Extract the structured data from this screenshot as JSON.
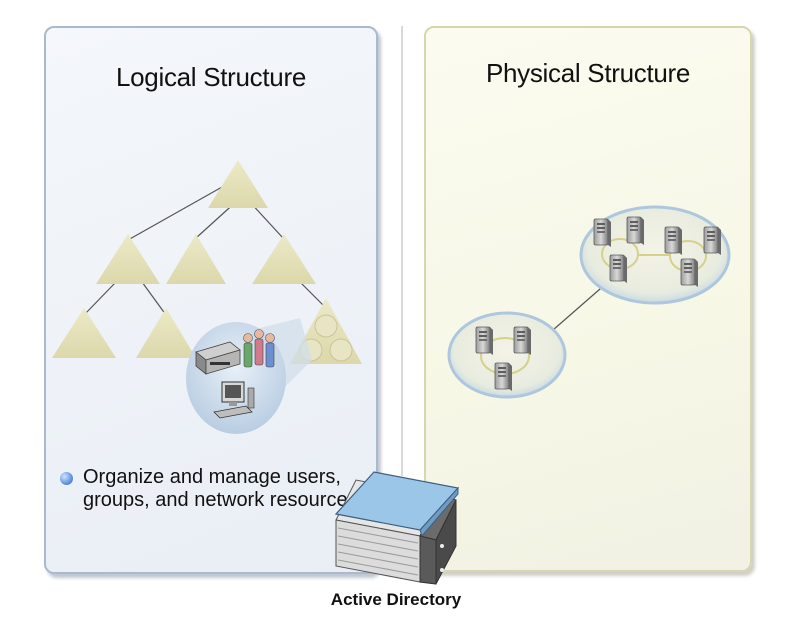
{
  "logical": {
    "title": "Logical Structure",
    "bullet": "Organize and manage users, groups, and network resources"
  },
  "physical": {
    "title": "Physical Structure"
  },
  "book": {
    "label": "Active Directory"
  },
  "colors": {
    "logical_panel_border": "#a9b9cf",
    "physical_panel_border": "#d6d6b0",
    "triangle_fill": "#e6e2bc",
    "ring_fill": "#d7e5f2",
    "book_cover": "#9cc6e8"
  }
}
